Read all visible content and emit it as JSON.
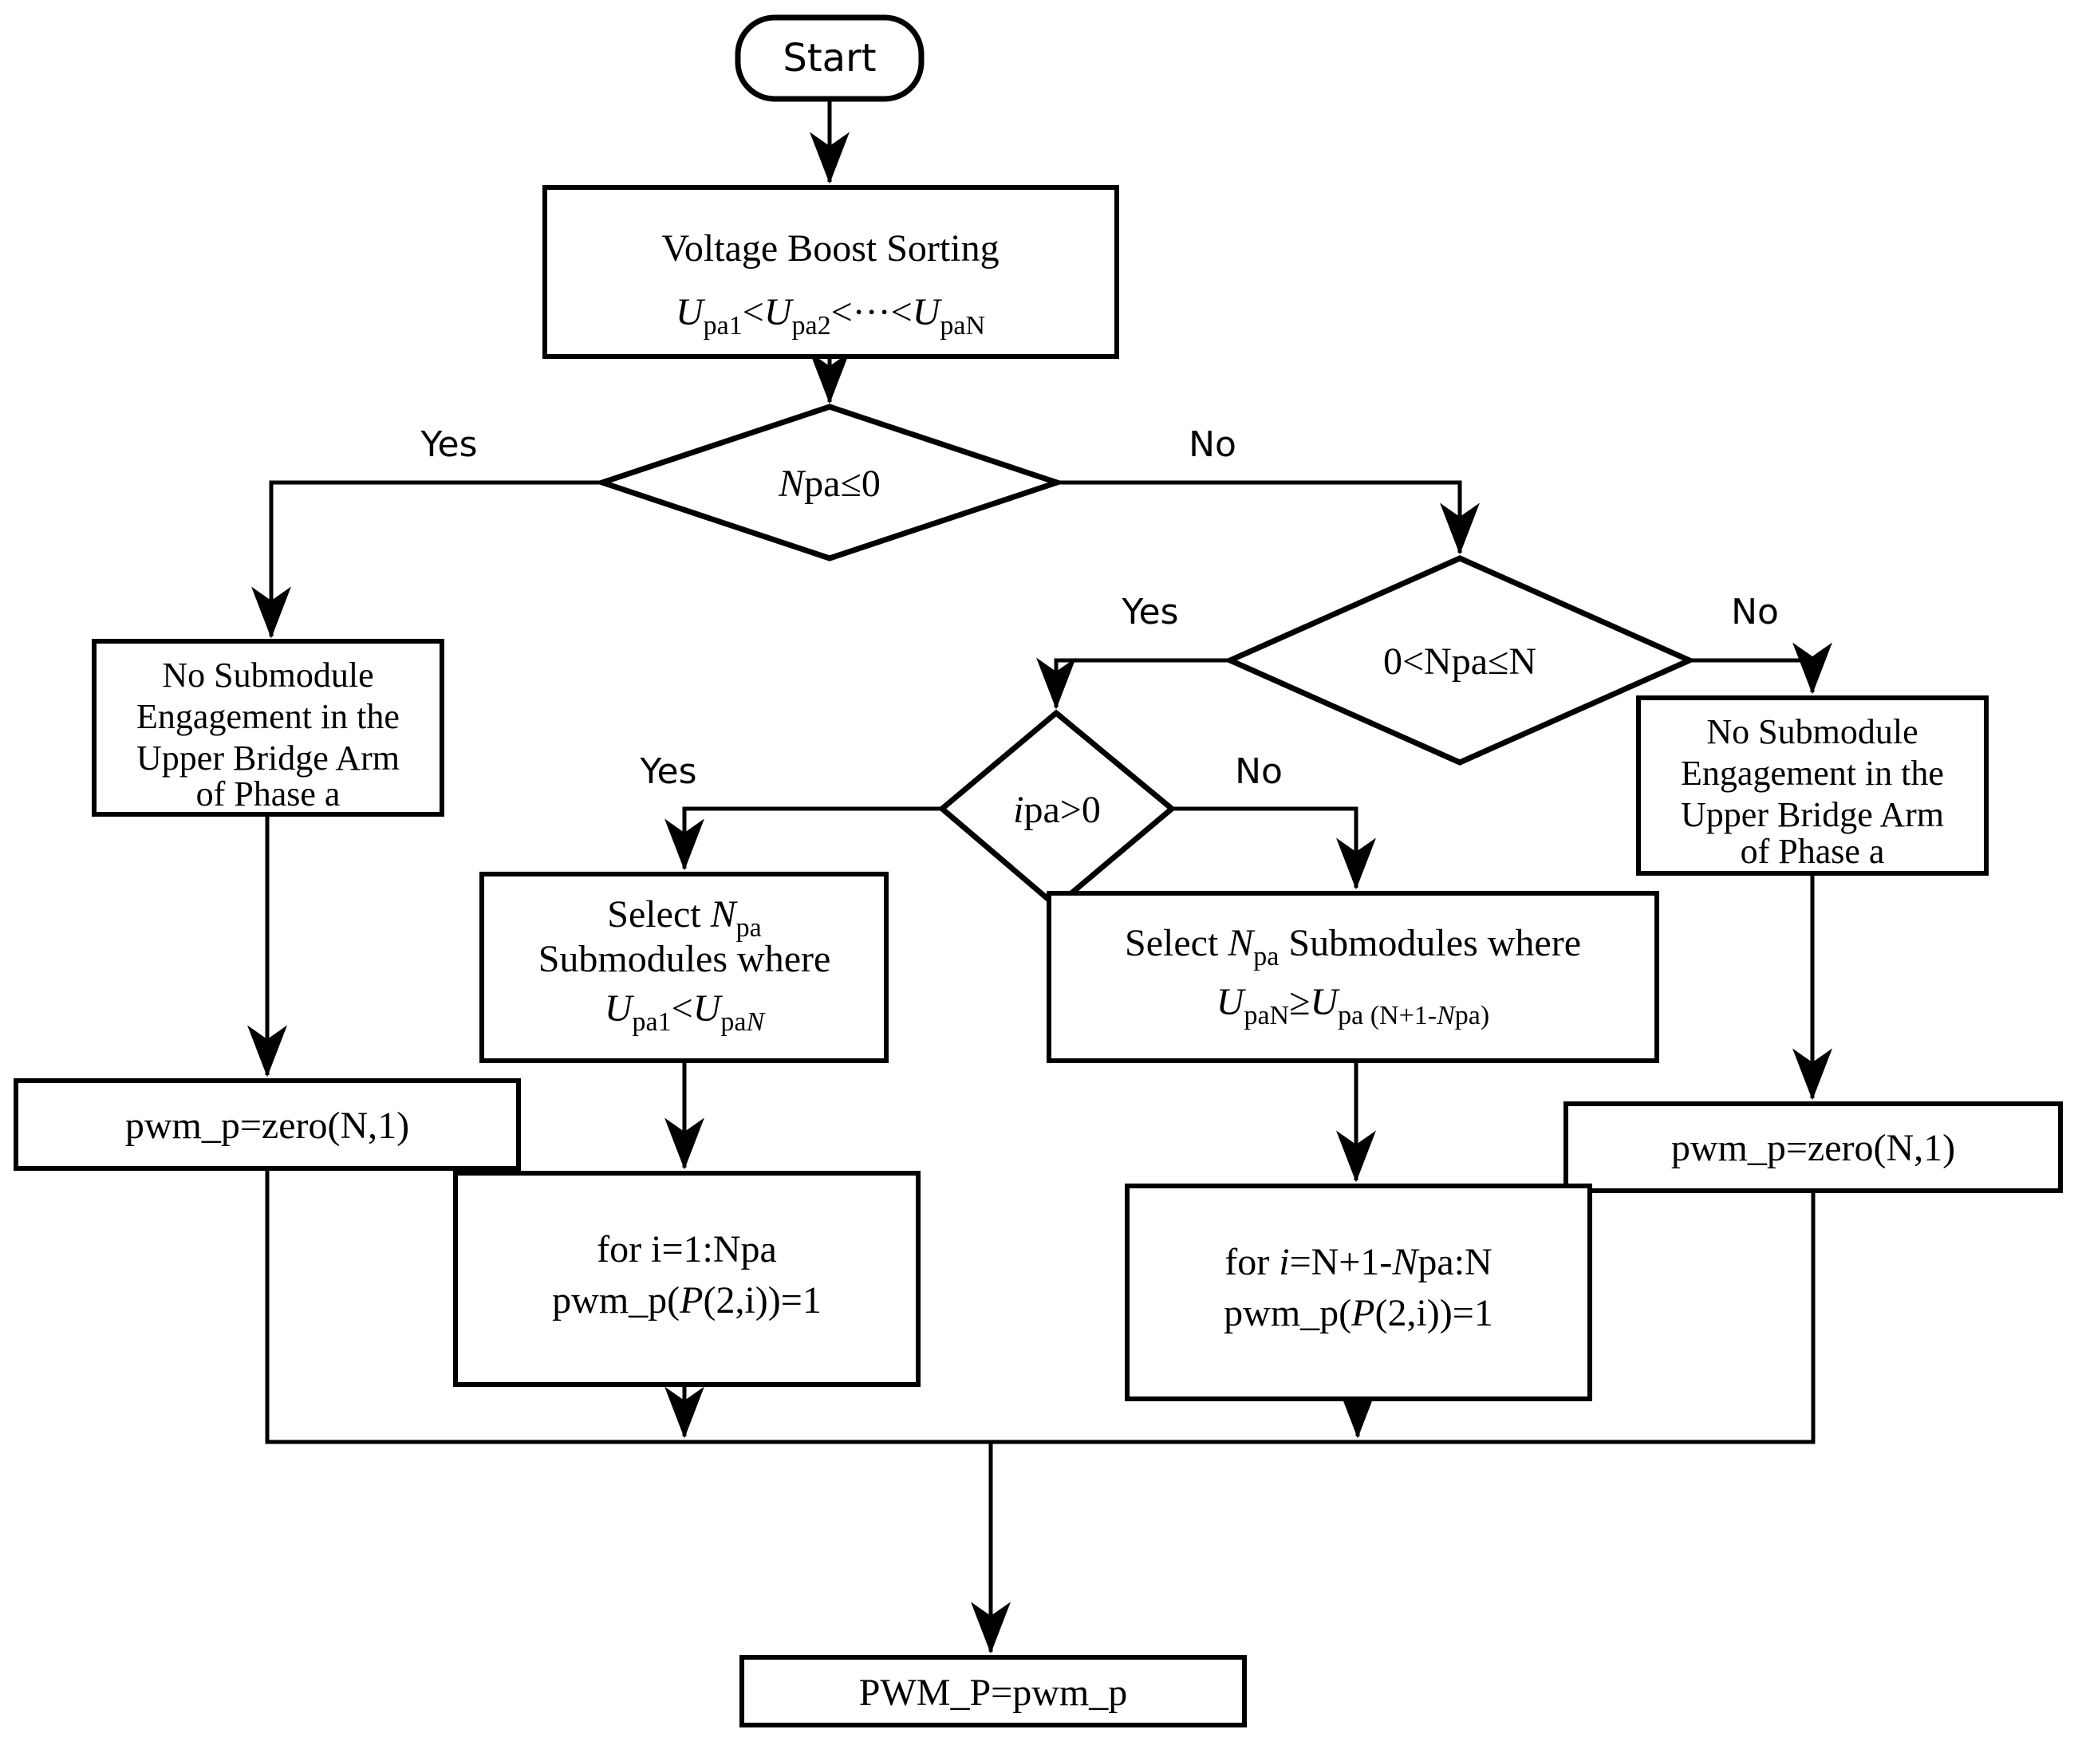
{
  "colors": {
    "ink": "#000000",
    "background": "#ffffff"
  },
  "nodes": {
    "start": {
      "label": "Start"
    },
    "sort": {
      "title": "Voltage Boost Sorting",
      "formula": [
        {
          "t": "U"
        },
        {
          "t": "pa1"
        },
        {
          "t": "<"
        },
        {
          "t": "U"
        },
        {
          "t": "pa2"
        },
        {
          "t": "<···<"
        },
        {
          "t": "U"
        },
        {
          "t": "paN"
        }
      ]
    },
    "decision_npa": {
      "cond": [
        {
          "t": "N"
        },
        {
          "t": "pa≤0"
        }
      ]
    },
    "decision_range": {
      "cond": "0<Npa≤N"
    },
    "decision_current": {
      "cond": [
        {
          "t": "i"
        },
        {
          "t": "pa>0"
        }
      ]
    },
    "no_engage_left": {
      "lines": [
        "No Submodule",
        "Engagement in the",
        "Upper Bridge Arm",
        "of Phase a"
      ]
    },
    "no_engage_right": {
      "lines": [
        "No Submodule",
        "Engagement in the",
        "Upper Bridge Arm",
        "of Phase a"
      ]
    },
    "select_small": {
      "line1": [
        {
          "t": "Select "
        },
        {
          "t": "N"
        },
        {
          "t": "pa"
        }
      ],
      "line2": "Submodules where",
      "line3": [
        {
          "t": "U"
        },
        {
          "t": "pa1"
        },
        {
          "t": "<"
        },
        {
          "t": "U"
        },
        {
          "t": "pa"
        },
        {
          "t": "N"
        }
      ]
    },
    "select_large": {
      "line1": [
        {
          "t": "Select "
        },
        {
          "t": "N"
        },
        {
          "t": "pa"
        },
        {
          "t": " Submodules where"
        }
      ],
      "line2": [
        {
          "t": "U"
        },
        {
          "t": "paN"
        },
        {
          "t": "≥"
        },
        {
          "t": "U"
        },
        {
          "t": "pa"
        },
        {
          "t": " (N+1-"
        },
        {
          "t": "N"
        },
        {
          "t": "pa)"
        }
      ]
    },
    "pwm_zero_left": {
      "label": "pwm_p=zero(N,1)"
    },
    "pwm_zero_right": {
      "label": "pwm_p=zero(N,1)"
    },
    "for_left": {
      "line1": "for i=1:Npa",
      "line2": [
        {
          "t": "pwm_p("
        },
        {
          "t": "P"
        },
        {
          "t": "(2,i))=1"
        }
      ]
    },
    "for_right": {
      "line1": [
        {
          "t": "for "
        },
        {
          "t": "i"
        },
        {
          "t": "=N+1-"
        },
        {
          "t": "N"
        },
        {
          "t": "pa:N"
        }
      ],
      "line2": [
        {
          "t": "pwm_p("
        },
        {
          "t": "P"
        },
        {
          "t": "(2,i))=1"
        }
      ]
    },
    "output": {
      "label": "PWM_P=pwm_p"
    }
  },
  "edge_labels": {
    "d1_yes": "Yes",
    "d1_no": "No",
    "d2_yes": "Yes",
    "d2_no": "No",
    "d3_yes": "Yes",
    "d3_no": "No"
  }
}
